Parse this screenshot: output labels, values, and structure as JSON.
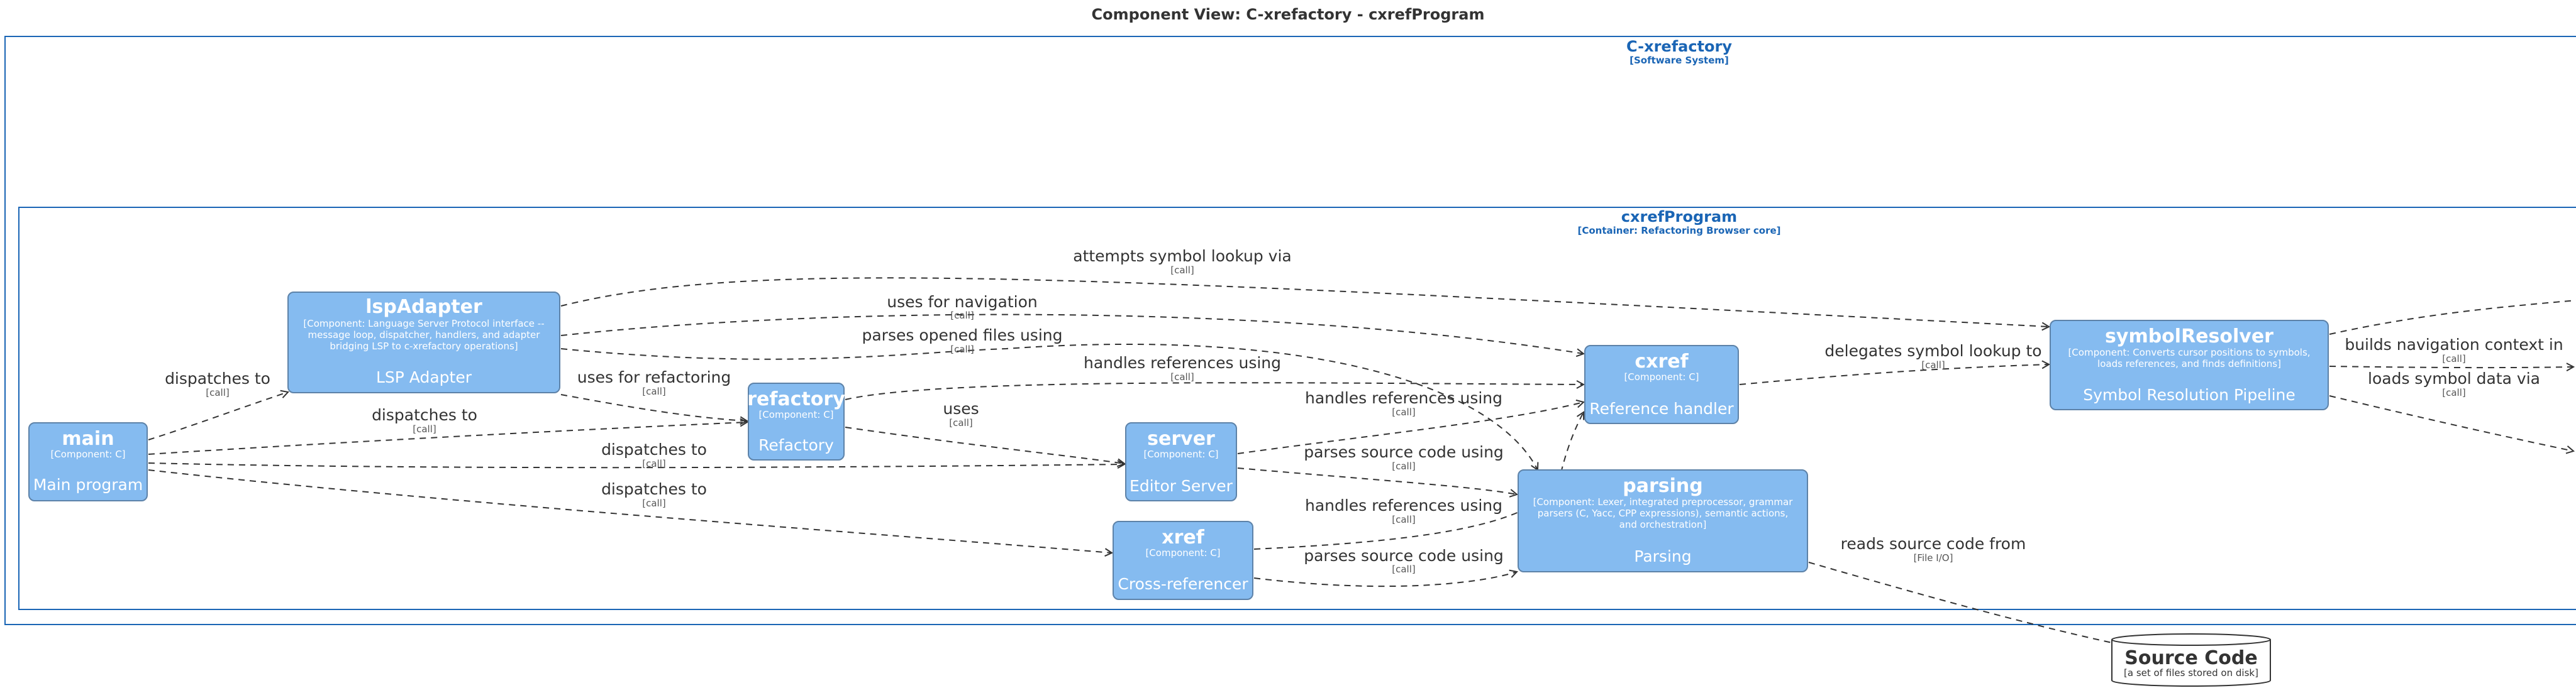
{
  "title": "Component View: C-xrefactory - cxrefProgram",
  "colors": {
    "component_fill": "#85BBF0",
    "component_border": "#5D82A8",
    "boundary": "#1A65B5",
    "edge": "#333333"
  },
  "system": {
    "name": "C-xrefactory",
    "type": "[Software System]"
  },
  "container": {
    "name": "cxrefProgram",
    "type": "[Container: Refactoring Browser core]"
  },
  "components": {
    "main": {
      "name": "main",
      "type": "[Component: C]",
      "label": "Main program"
    },
    "lspAdapter": {
      "name": "lspAdapter",
      "desc": [
        "[Component: Language Server Protocol interface --",
        "message loop, dispatcher, handlers, and adapter",
        "bridging LSP to c-xrefactory operations]"
      ],
      "label": "LSP Adapter"
    },
    "refactory": {
      "name": "refactory",
      "type": "[Component: C]",
      "label": "Refactory"
    },
    "server": {
      "name": "server",
      "type": "[Component: C]",
      "label": "Editor Server"
    },
    "xref": {
      "name": "xref",
      "type": "[Component: C]",
      "label": "Cross-referencer"
    },
    "cxref": {
      "name": "cxref",
      "type": "[Component: C]",
      "label": "Reference handler"
    },
    "parsing": {
      "name": "parsing",
      "desc": [
        "[Component: Lexer, integrated preprocessor, grammar",
        "parsers (C, Yacc, CPP expressions), semantic actions,",
        "and orchestration]"
      ],
      "label": "Parsing"
    },
    "symbolResolver": {
      "name": "symbolResolver",
      "desc": [
        "[Component: Converts cursor positions to symbols,",
        "loads references, and finds definitions]"
      ],
      "label": "Symbol Resolution Pipeline"
    }
  },
  "database": {
    "name": "Source Code",
    "desc": "[a set of files stored on disk]"
  },
  "relations": [
    {
      "label": "attempts symbol lookup via",
      "tech": "[call]"
    },
    {
      "label": "uses for navigation",
      "tech": "[call]"
    },
    {
      "label": "parses opened files using",
      "tech": "[call]"
    },
    {
      "label": "handles references using",
      "tech": "[call]"
    },
    {
      "label": "dispatches to",
      "tech": "[call]"
    },
    {
      "label": "uses for refactoring",
      "tech": "[call]"
    },
    {
      "label": "uses",
      "tech": "[call]"
    },
    {
      "label": "dispatches to",
      "tech": "[call]"
    },
    {
      "label": "dispatches to",
      "tech": "[call]"
    },
    {
      "label": "dispatches to",
      "tech": "[call]"
    },
    {
      "label": "handles references using",
      "tech": "[call]"
    },
    {
      "label": "parses source code using",
      "tech": "[call]"
    },
    {
      "label": "handles references using",
      "tech": "[call]"
    },
    {
      "label": "parses source code using",
      "tech": "[call]"
    },
    {
      "label": "delegates symbol lookup to",
      "tech": "[call]"
    },
    {
      "label": "builds navigation context in",
      "tech": "[call]"
    },
    {
      "label": "loads symbol data via",
      "tech": "[call]"
    },
    {
      "label": "reads source code from",
      "tech": "[File I/O]"
    }
  ]
}
